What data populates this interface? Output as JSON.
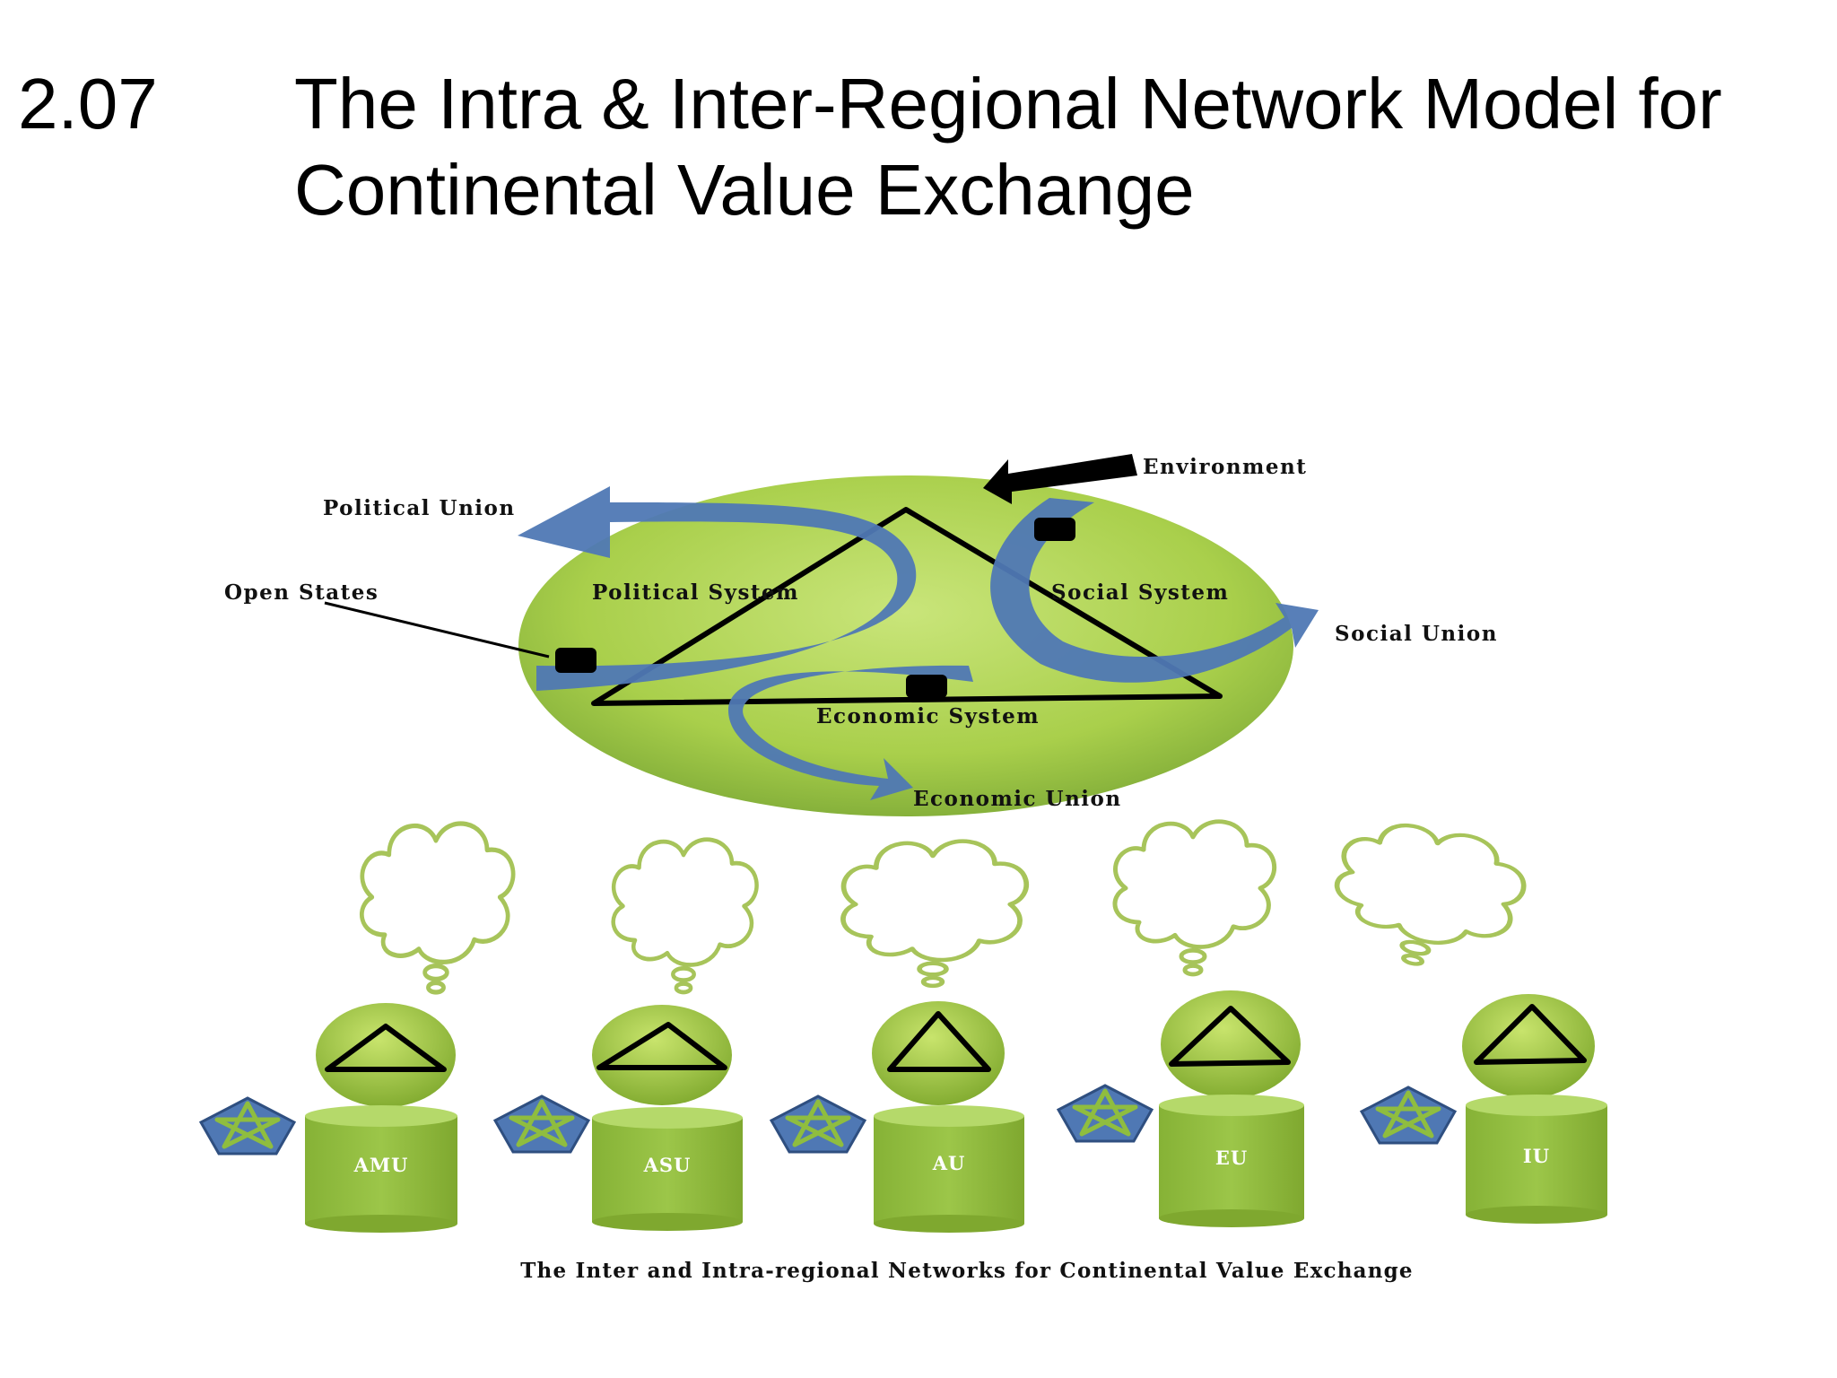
{
  "slide": {
    "number": "2.07",
    "title": "The Intra & Inter-Regional Network Model for Continental Value Exchange"
  },
  "diagram": {
    "environment_label": "Environment",
    "political_union_label": "Political Union",
    "open_states_label": "Open States",
    "political_system_label": "Political System",
    "social_system_label": "Social System",
    "social_union_label": "Social Union",
    "economic_system_label": "Economic System",
    "economic_union_label": "Economic Union",
    "units": [
      {
        "label": "AMU"
      },
      {
        "label": "ASU"
      },
      {
        "label": "AU"
      },
      {
        "label": "EU"
      },
      {
        "label": "IU"
      }
    ],
    "caption": "The Inter and Intra-regional Networks for Continental Value Exchange"
  },
  "colors": {
    "green_light": "#c2e06a",
    "green_dark": "#7ea531",
    "cloud_outline": "#a7c45a",
    "arrow_blue": "#4f78b4",
    "arrow_blue_dark": "#3c5f94",
    "black": "#000000"
  },
  "icons": {
    "star": "pentagram-icon",
    "cloud": "thought-cloud-icon"
  }
}
